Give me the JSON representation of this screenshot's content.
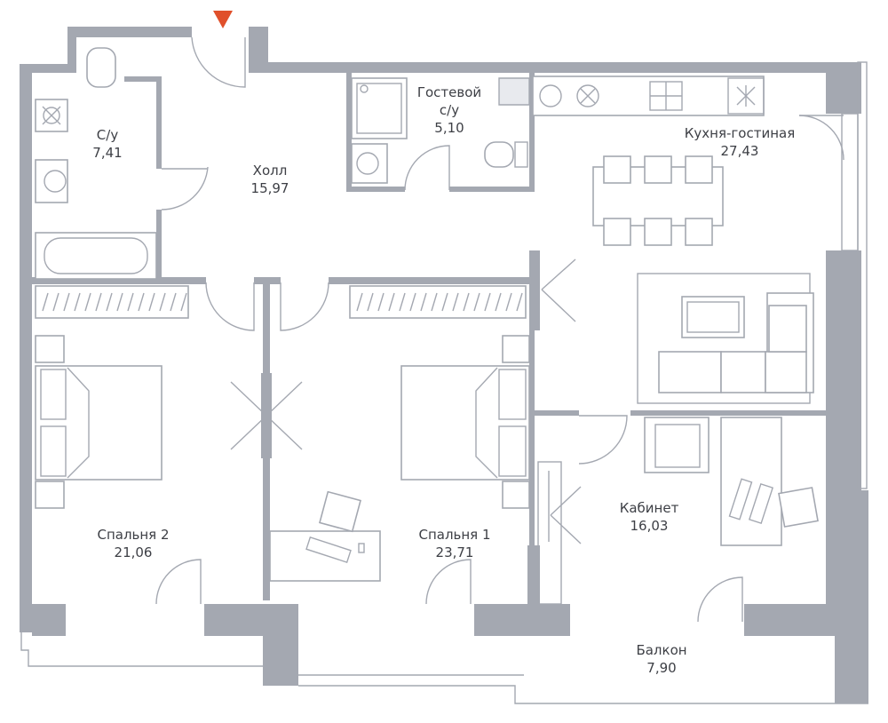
{
  "colors": {
    "wall": "#a4a8b1",
    "entrance_marker": "#e0502b",
    "label_text": "#3d3f45"
  },
  "entrance": {
    "icon": "entrance-arrow-icon"
  },
  "rooms": [
    {
      "key": "bath",
      "name": "С/у",
      "area": "7,41"
    },
    {
      "key": "hall",
      "name": "Холл",
      "area": "15,97"
    },
    {
      "key": "guest_wc",
      "name": "Гостевой с/у",
      "name_lines": [
        "Гостевой",
        "с/у"
      ],
      "area": "5,10"
    },
    {
      "key": "kitchen_living",
      "name": "Кухня-гостиная",
      "area": "27,43"
    },
    {
      "key": "bedroom2",
      "name": "Спальня 2",
      "area": "21,06"
    },
    {
      "key": "bedroom1",
      "name": "Спальня 1",
      "area": "23,71"
    },
    {
      "key": "study",
      "name": "Кабинет",
      "area": "16,03"
    },
    {
      "key": "balcony",
      "name": "Балкон",
      "area": "7,90"
    }
  ]
}
